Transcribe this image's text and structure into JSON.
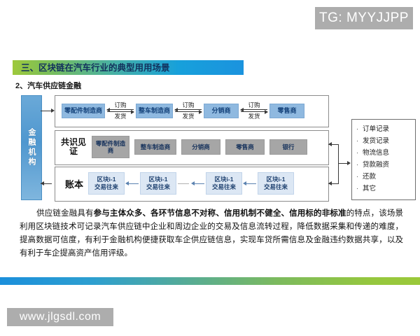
{
  "watermarks": {
    "telegram": "TG: MYYJJPP",
    "site": "www.jlgsdl.com"
  },
  "slide": {
    "section_title": "三、区块链在汽车行业的典型用用场景",
    "subtitle": "2、汽车供应链金融"
  },
  "diagram": {
    "left_bar_label": "金融机构",
    "supply_chain": {
      "nodes": [
        "零配件制造商",
        "整车制造商",
        "分销商",
        "零售商"
      ],
      "flows": [
        {
          "top": "订购",
          "bottom": "发货"
        },
        {
          "top": "订购",
          "bottom": "发货"
        },
        {
          "top": "订购",
          "bottom": "发货"
        }
      ]
    },
    "consensus": {
      "row_label": "共识见证",
      "nodes": [
        "零配件制造商",
        "整车制造商",
        "分销商",
        "零售商",
        "银行"
      ]
    },
    "ledger": {
      "row_label": "账本",
      "blocks": [
        {
          "line1": "区块i-1",
          "line2": "交易往来"
        },
        {
          "line1": "区块i-1",
          "line2": "交易往来"
        },
        {
          "line1": "区块i-1",
          "line2": "交易往来"
        },
        {
          "line1": "区块i-1",
          "line2": "交易往来"
        }
      ]
    },
    "record_types": [
      "订单记录",
      "发货记录",
      "物流信息",
      "贷款融资",
      "还款",
      "其它"
    ]
  },
  "body_text": {
    "lead": "供应链金融具有",
    "bold_1": "参与主体众多、各环节信息不对称、信用机制不健全、信用标的非标准",
    "rest": "的特点，该场景利用区块链技术可记录汽车供应链中企业和周边企业的交易及信息流转过程，降低数据采集和传递的难度，提高数据可信度，有利于金融机构便捷获取车企供应链信息，实现车贷所需信息及金融违约数据共享，以及有利于车企提高资产信用评级。"
  },
  "colors": {
    "title_bar_green": "#9ec93c",
    "title_bar_blue": "#1b93de",
    "title_text": "#12305c",
    "node_blue": "#8fb9e0",
    "node_gray": "#a6a6a6",
    "block_light": "#dce7f4",
    "left_bar_blue": "#4f97cf"
  }
}
